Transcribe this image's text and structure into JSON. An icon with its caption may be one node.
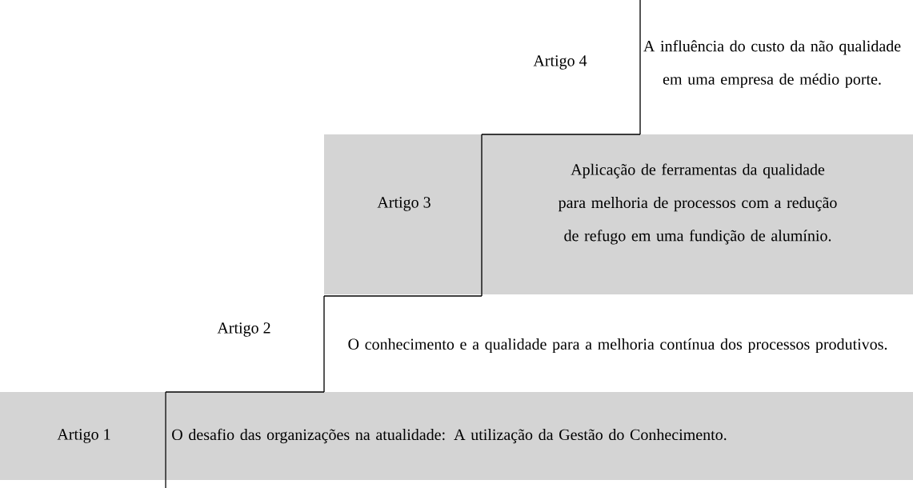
{
  "diagram": {
    "nodes": [
      {
        "text": [
          "Artigo 4"
        ]
      },
      {
        "text": [
          "A influência do custo da não qualidade em uma empresa de médio porte."
        ]
      },
      {
        "text": [
          "Artigo 3"
        ]
      },
      {
        "text": [
          "Aplicação de ferramentas da qualidade para melhoria de processos com a redução de refugo em uma fundição de alumínio."
        ]
      },
      {
        "text": [
          "Artigo 2"
        ]
      },
      {
        "text": [
          "O conhecimento e a qualidade para a melhoria contínua dos processos produtivos."
        ]
      },
      {
        "text": [
          "Artigo 1"
        ]
      },
      {
        "text": [
          "O desafio das organizações na atualidade: A utilização da Gestão do Conhecimento."
        ]
      }
    ]
  }
}
